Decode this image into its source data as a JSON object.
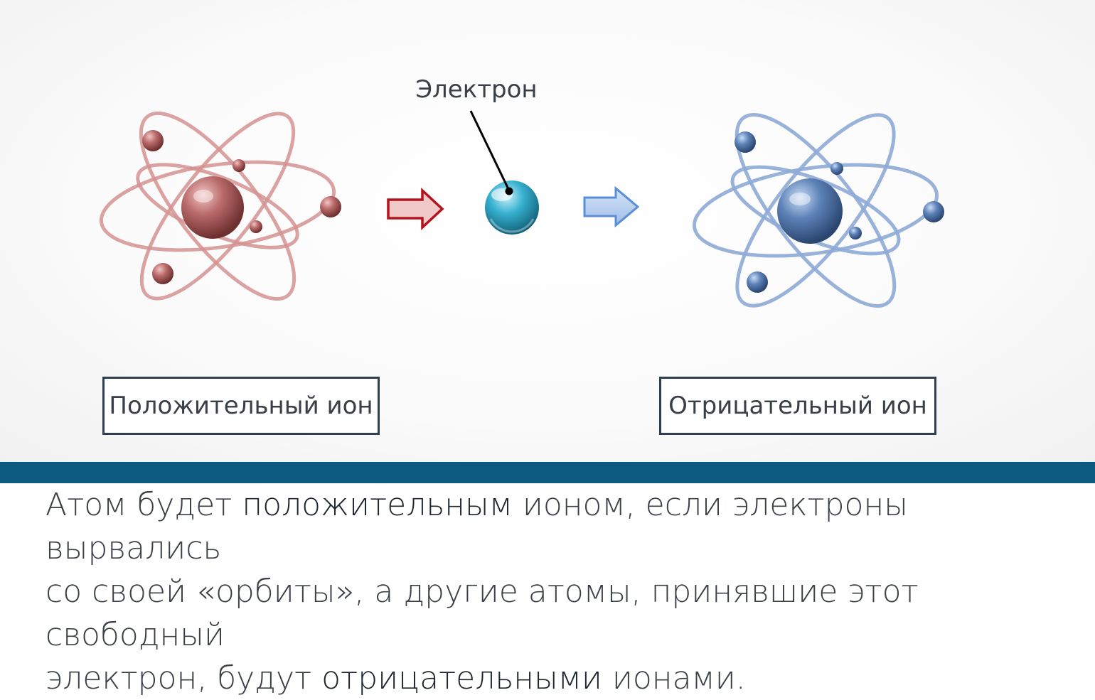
{
  "diagram": {
    "electron_label": "Электрон",
    "positive_ion_label": "Положительный ион",
    "negative_ion_label": "Отрицательный ион",
    "colors": {
      "positive_atom": "#c97a7a",
      "negative_atom": "#7f9fd0",
      "electron": "#2fa6c4",
      "arrow_red": "#b5121b",
      "arrow_blue": "#5a8fd6",
      "band": "#0c5a80"
    }
  },
  "caption": {
    "part1": "Атом будет ",
    "bold1": "положительным",
    "part2": " ионом, если электроны вырвались",
    "part3": "со своей «орбиты», а другие атомы, принявшие этот свободный",
    "part4": "электрон, будут ",
    "bold2": "отрицательными",
    "part5": " ионами."
  }
}
